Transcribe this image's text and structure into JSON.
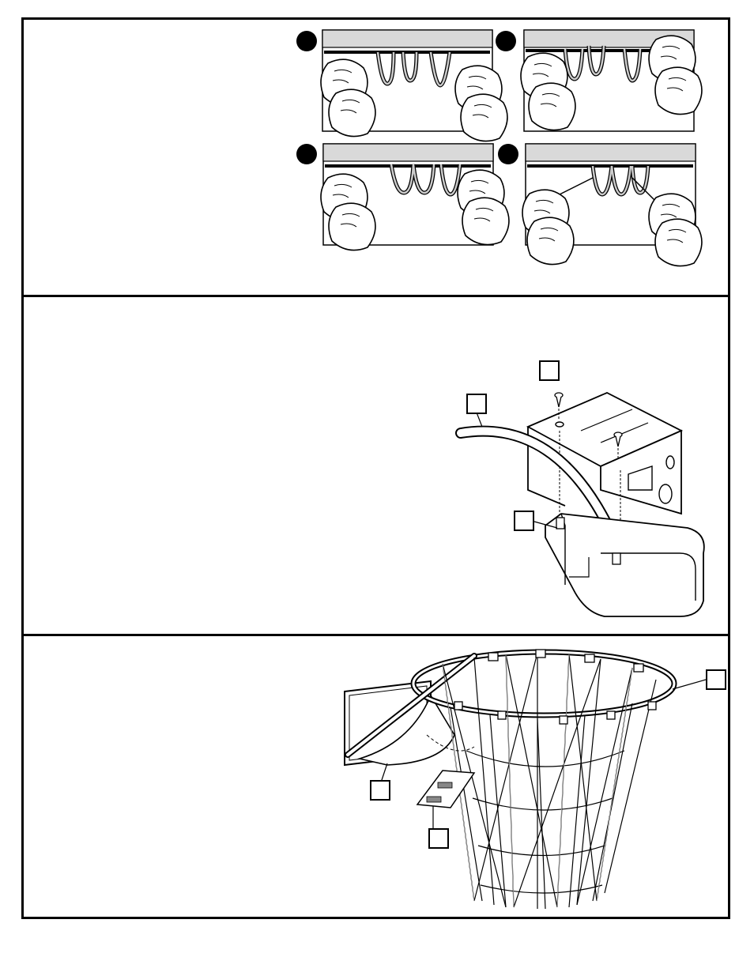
{
  "document": {
    "panels": [
      {
        "id": "net-attachment-steps",
        "step_markers": [
          "",
          "",
          "",
          ""
        ]
      },
      {
        "id": "rim-bracket-assembly",
        "callouts": [
          "",
          "",
          ""
        ]
      },
      {
        "id": "finished-rim-with-net",
        "callouts": [
          "",
          "",
          ""
        ]
      }
    ],
    "colors": {
      "ink": "#000000",
      "paper": "#ffffff",
      "shade": "#d9d9d9"
    }
  }
}
